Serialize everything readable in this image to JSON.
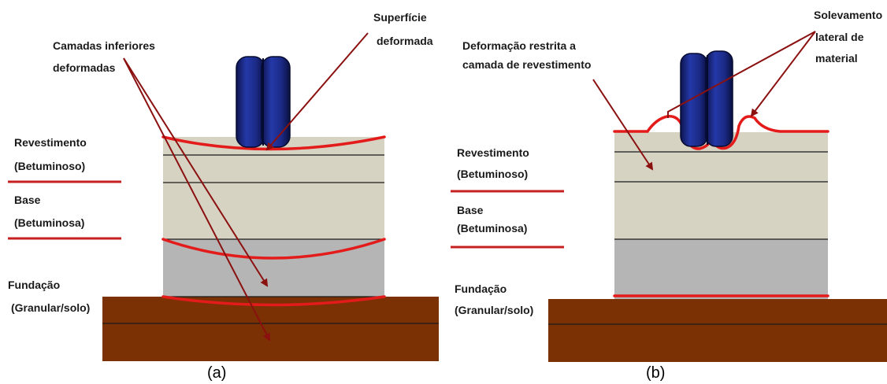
{
  "colors": {
    "bituminous_layers": "#d7d3c3",
    "granular_layer": "#b5b5b5",
    "subgrade": "#7b3104",
    "deformation_line": "#e31b1b",
    "arrow": "#8b1010",
    "tire": "#1b2a86"
  },
  "panel_a": {
    "annotation_lower_layers": [
      "Camadas inferiores",
      "deformadas"
    ],
    "annotation_surface": [
      "Superfície",
      "deformada"
    ],
    "layer_revestimento": [
      "Revestimento",
      "(Betuminoso)"
    ],
    "layer_base": [
      "Base",
      "(Betuminosa)"
    ],
    "layer_fundacao": [
      "Fundação",
      "(Granular/solo)"
    ],
    "caption": "(a)"
  },
  "panel_b": {
    "annotation_restricted": [
      "Deformação restrita a",
      "camada de revestimento"
    ],
    "annotation_heave": [
      "Solevamento",
      "lateral de",
      "material"
    ],
    "layer_revestimento": [
      "Revestimento",
      "(Betuminoso)"
    ],
    "layer_base": [
      "Base",
      "(Betuminosa)"
    ],
    "layer_fundacao": [
      "Fundação",
      "(Granular/solo)"
    ],
    "caption": "(b)"
  }
}
